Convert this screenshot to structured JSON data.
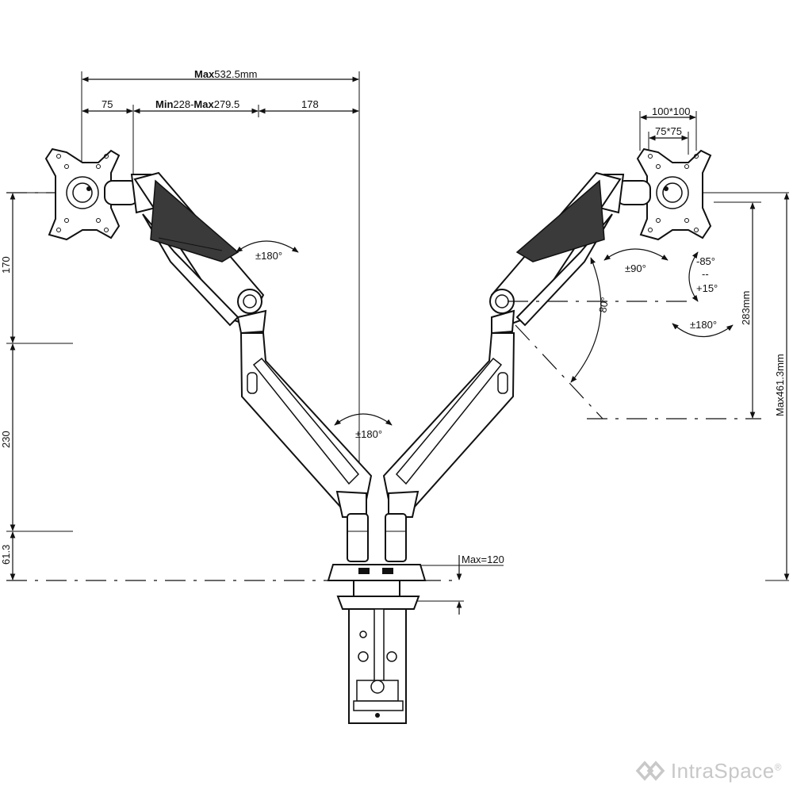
{
  "dimensions": {
    "max_reach": "532.5mm",
    "max_reach_bold": "Max",
    "left_offset": "75",
    "arm_length_label": "228-",
    "arm_min_bold": "Min",
    "arm_max_bold": "Max",
    "arm_max_value": "279.5",
    "right_segment": "178",
    "vesa_large": "100*100",
    "vesa_small": "75*75",
    "height_upper": "170",
    "height_middle": "230",
    "height_lower": "61.3",
    "right_arm_height": "283mm",
    "total_height": "Max461.3mm",
    "clamp_max": "Max=120"
  },
  "annotations": {
    "upper_arm_swivel": "±180°",
    "lower_arm_swivel": "±180°",
    "screen_swivel": "±90°",
    "tilt_top": "-85°",
    "tilt_sep": "--",
    "tilt_bottom": "+15°",
    "screen_rotation": "±180°",
    "arm_angle": "80°"
  },
  "brand": {
    "name": "IntraSpace",
    "mark": "®",
    "logo_icon": "interlocking-diamonds-icon",
    "color": "#c8c8c8"
  }
}
